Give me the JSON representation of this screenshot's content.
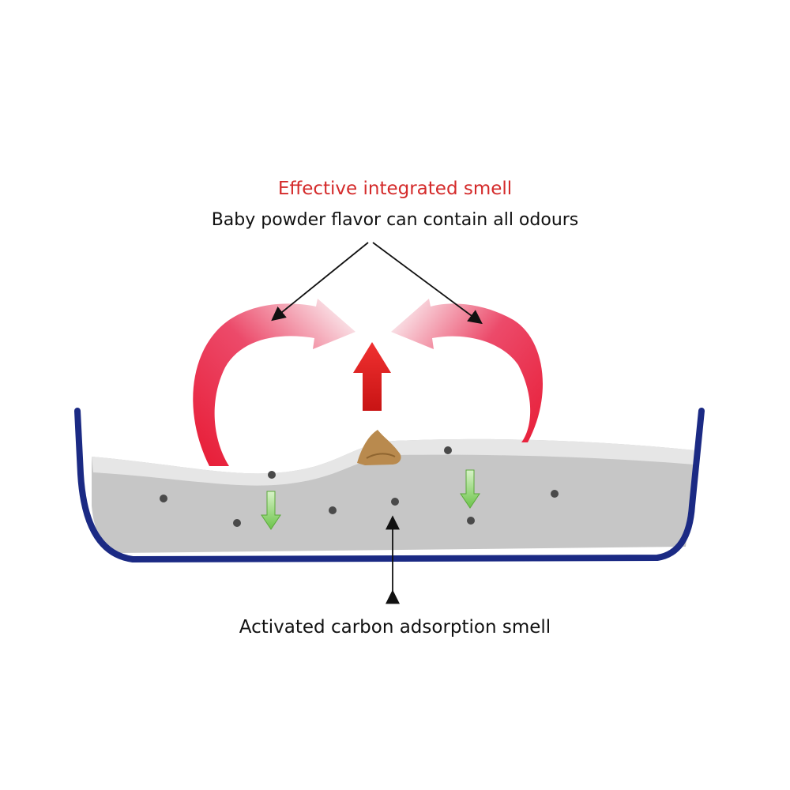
{
  "title": "Effective integrated smell",
  "subtitle": "Baby powder flavor can contain all odours",
  "bottom_label": "Activated carbon adsorption smell",
  "colors": {
    "title": "#d42a2a",
    "text": "#111111",
    "tray_outline": "#1b2a84",
    "litter_fill": "#c6c6c6",
    "litter_top": "#e6e6e6",
    "granule": "#4a4a4a",
    "deposit": "#b98a4e",
    "up_arrow": "#e02020",
    "loop_arrow": "#ea2a3f",
    "loop_arrow_tip": "#f6c6cf",
    "down_arrow": "#8fd870"
  }
}
